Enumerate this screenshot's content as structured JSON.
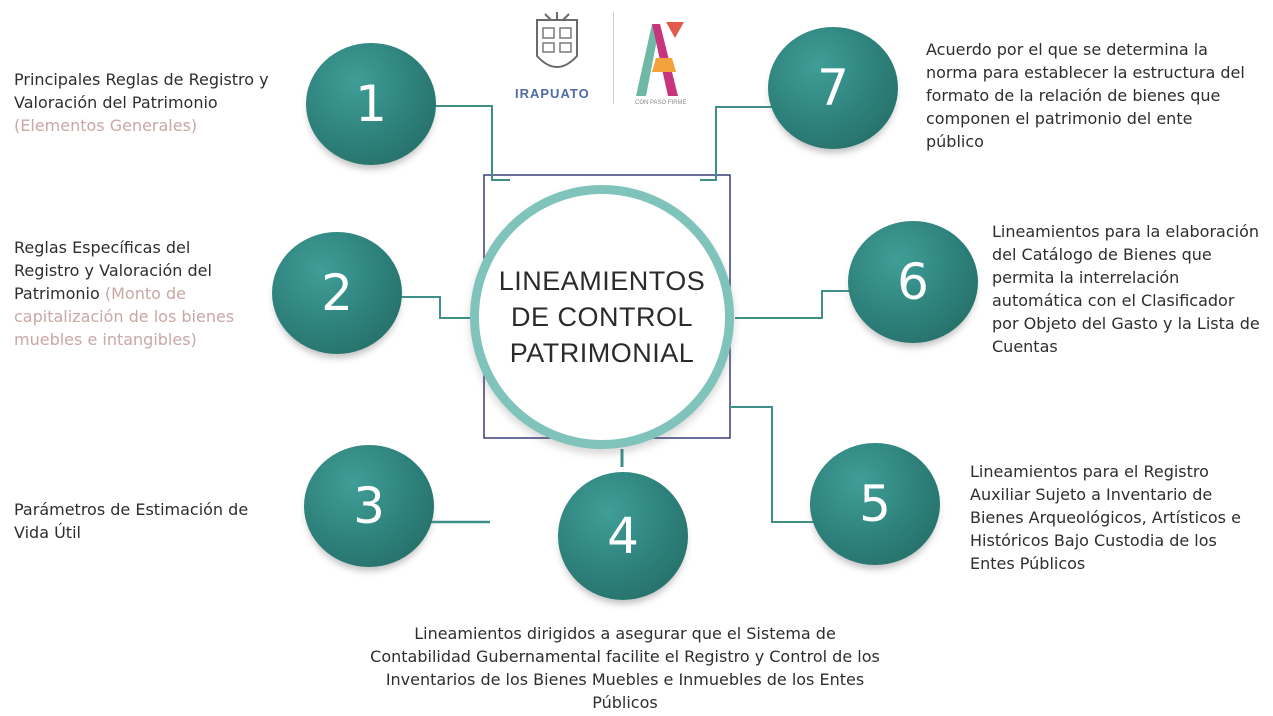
{
  "center": {
    "title_lines": [
      "LINEAMIENTOS",
      "DE CONTROL",
      "PATRIMONIAL"
    ]
  },
  "logos": {
    "left_text": "IRAPUATO",
    "right_text": "CON PASO FIRME"
  },
  "nodes": [
    {
      "number": "1",
      "text": "Principales Reglas de Registro y Valoración del Patrimonio",
      "note": "(Elementos Generales)"
    },
    {
      "number": "2",
      "text": "Reglas Específicas del Registro y Valoración del Patrimonio",
      "note": "(Monto de capitalización de los bienes muebles e intangibles)"
    },
    {
      "number": "3",
      "text": "Parámetros de Estimación de Vida Útil",
      "note": ""
    },
    {
      "number": "4",
      "text": "Lineamientos dirigidos a asegurar que el Sistema de Contabilidad Gubernamental facilite el Registro y Control de los Inventarios de los Bienes Muebles e Inmuebles de los Entes Públicos",
      "note": ""
    },
    {
      "number": "5",
      "text": "Lineamientos para el Registro Auxiliar Sujeto a Inventario de Bienes Arqueológicos, Artísticos e Históricos Bajo Custodia de los Entes Públicos",
      "note": ""
    },
    {
      "number": "6",
      "text": "Lineamientos para la elaboración del Catálogo de Bienes que permita la interrelación automática con el Clasificador por Objeto del Gasto y la Lista de Cuentas",
      "note": ""
    },
    {
      "number": "7",
      "text": "Acuerdo por el que se determina la norma para establecer la estructura del formato de la relación de bienes que componen el patrimonio del ente público",
      "note": ""
    }
  ],
  "colors": {
    "node_fill": "#2d7f79",
    "center_ring": "#7fc3bb",
    "connector": "#3f8f89",
    "frame": "#2c2f6e",
    "note_text": "#c9a7a4"
  }
}
